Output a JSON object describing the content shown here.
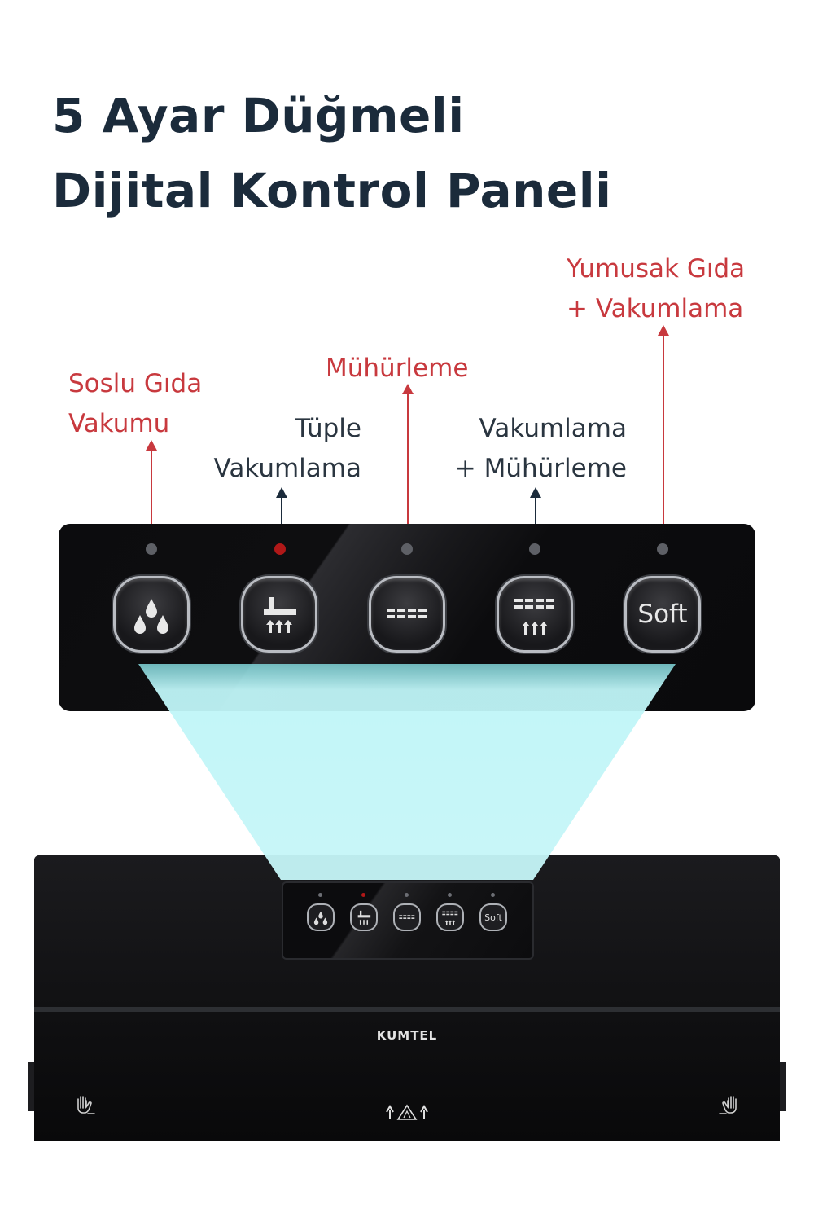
{
  "heading": {
    "line1": "5 Ayar Düğmeli",
    "line2": "Dijital Kontrol Paneli"
  },
  "functions": [
    {
      "line1": "Soslu Gıda",
      "line2": "Vakumu",
      "icon": "drops-icon",
      "color": "#c8393e"
    },
    {
      "line1": "Tüple",
      "line2": "Vakumlama",
      "icon": "tube-vacuum-icon",
      "color": "#2a3540"
    },
    {
      "line1": "Mühürleme",
      "line2": "",
      "icon": "seal-icon",
      "color": "#c8393e"
    },
    {
      "line1": "Vakumlama",
      "line2": "+ Mühürleme",
      "icon": "vacuum-seal-icon",
      "color": "#2a3540"
    },
    {
      "line1": "Yumusak Gıda",
      "line2": "+ Vakumlama",
      "icon": "soft-icon",
      "color": "#c8393e"
    }
  ],
  "panel": {
    "soft_label": "Soft",
    "active_led": 2
  },
  "device": {
    "brand": "KUMTEL",
    "left_icon": "hand-icon",
    "right_icon": "hand-icon",
    "center_icon": "warning-arrows-icon"
  },
  "colors": {
    "heading": "#1b2b3b",
    "accent_red": "#c8393e",
    "beam": "#bff5f7"
  }
}
